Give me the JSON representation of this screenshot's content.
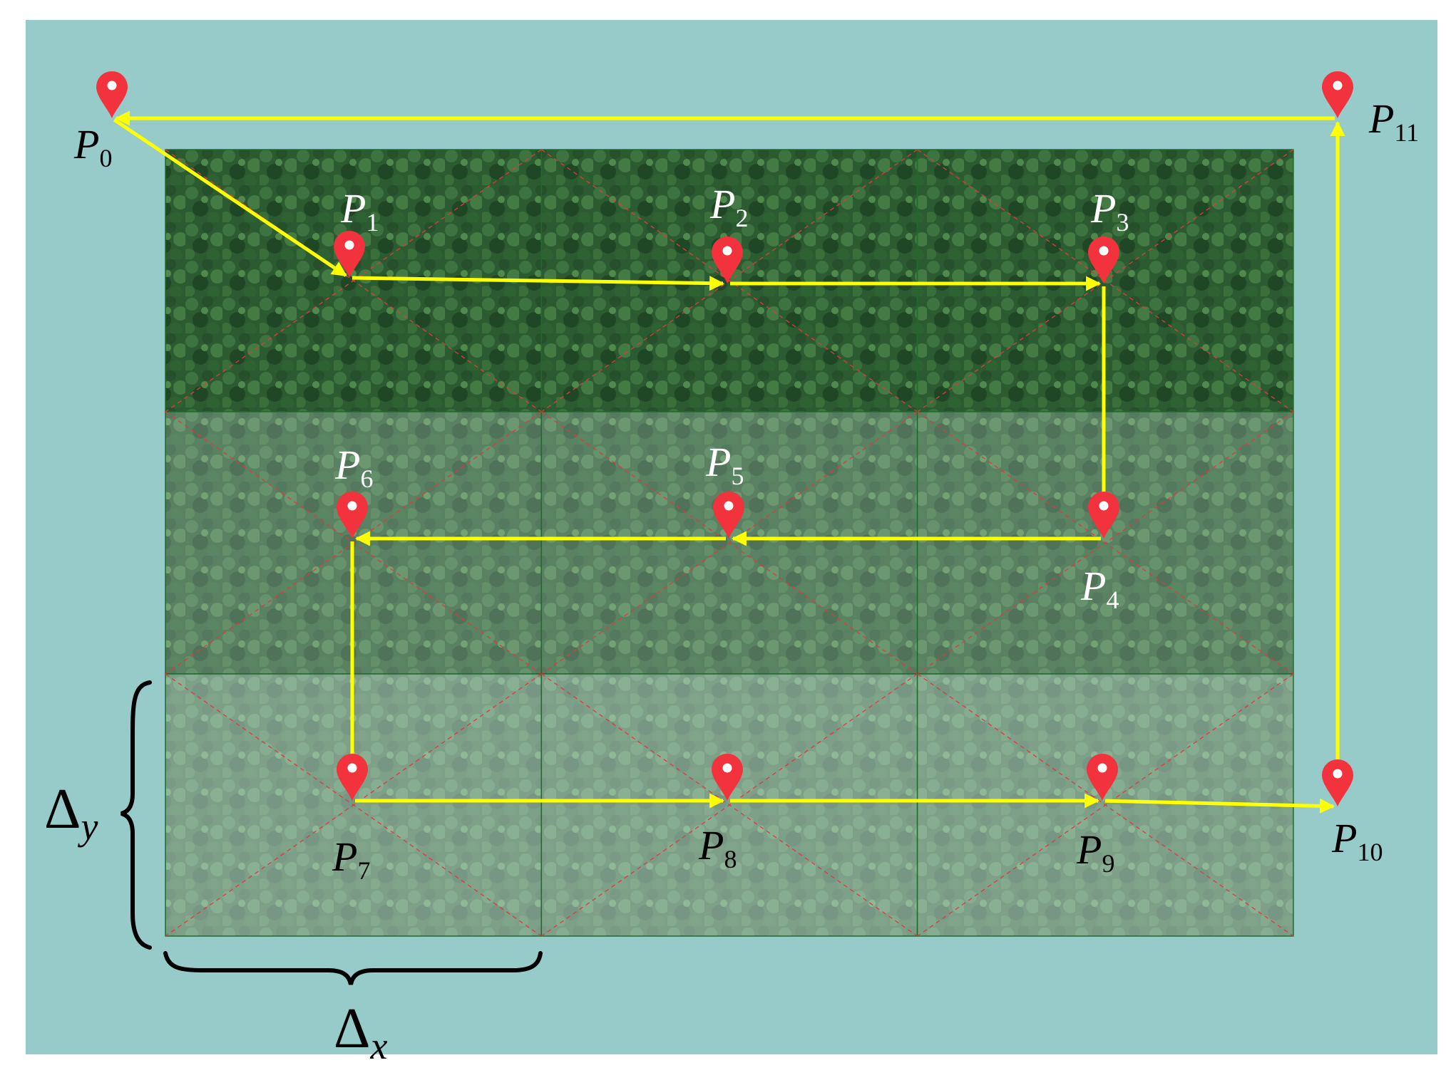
{
  "colors": {
    "background": "#97cbc9",
    "path": "#ffff00",
    "pin": "#f2323c",
    "grid_line": "#1e6b2a",
    "diagonal": "#e23a3a",
    "label_on_light": "#000000",
    "label_on_image": "#ffffff",
    "brace": "#000000"
  },
  "grid": {
    "rows": 3,
    "cols": 3,
    "row_haze": [
      0.0,
      0.28,
      0.5
    ]
  },
  "waypoints": [
    {
      "id": "P0",
      "letter": "P",
      "index": "0"
    },
    {
      "id": "P1",
      "letter": "P",
      "index": "1"
    },
    {
      "id": "P2",
      "letter": "P",
      "index": "2"
    },
    {
      "id": "P3",
      "letter": "P",
      "index": "3"
    },
    {
      "id": "P4",
      "letter": "P",
      "index": "4"
    },
    {
      "id": "P5",
      "letter": "P",
      "index": "5"
    },
    {
      "id": "P6",
      "letter": "P",
      "index": "6"
    },
    {
      "id": "P7",
      "letter": "P",
      "index": "7"
    },
    {
      "id": "P8",
      "letter": "P",
      "index": "8"
    },
    {
      "id": "P9",
      "letter": "P",
      "index": "9"
    },
    {
      "id": "P10",
      "letter": "P",
      "index": "10"
    },
    {
      "id": "P11",
      "letter": "P",
      "index": "11"
    }
  ],
  "route": [
    "P0",
    "P1",
    "P2",
    "P3",
    "P4",
    "P5",
    "P6",
    "P7",
    "P8",
    "P9",
    "P10",
    "P11",
    "P0"
  ],
  "dimensions": {
    "dx": {
      "symbol": "Δ",
      "subscript": "x"
    },
    "dy": {
      "symbol": "Δ",
      "subscript": "y"
    }
  }
}
